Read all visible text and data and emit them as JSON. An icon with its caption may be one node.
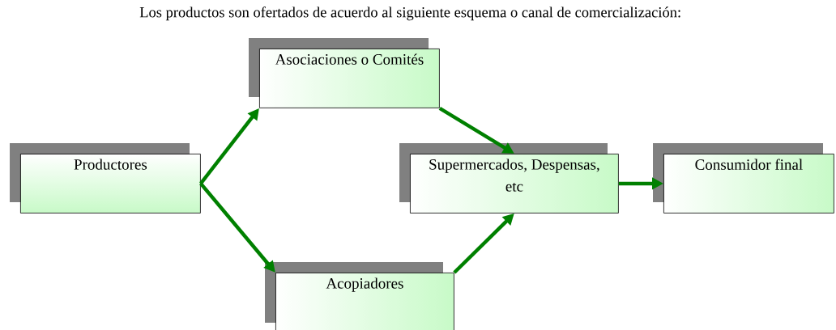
{
  "diagram": {
    "nodes": [
      {
        "text": [
          "Productores"
        ]
      },
      {
        "text": [
          "Asociaciones o Comités"
        ]
      },
      {
        "text": [
          "Acopiadores"
        ]
      },
      {
        "text": [
          "Supermercados, Despensas, etc"
        ]
      },
      {
        "text": [
          "Consumidor final"
        ]
      }
    ],
    "edges": [
      {
        "from": 0,
        "to": 1,
        "arrow": "to"
      },
      {
        "from": 0,
        "to": 2,
        "arrow": "to"
      },
      {
        "from": 1,
        "to": 3,
        "arrow": "to"
      },
      {
        "from": 2,
        "to": 3,
        "arrow": "to"
      },
      {
        "from": 3,
        "to": 4,
        "arrow": "to"
      }
    ],
    "labels": [
      "Los productos son ofertados de acuerdo al siguiente esquema o canal de comercialización:"
    ]
  }
}
